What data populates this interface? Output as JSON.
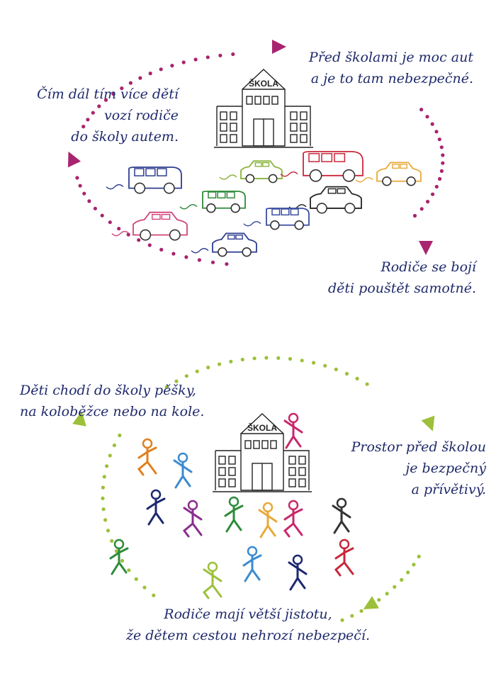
{
  "colors": {
    "text": "#1f2a6b",
    "loop_top": "#a8246f",
    "loop_bottom": "#9cc03a",
    "cars": [
      "#2f3d8f",
      "#8ab33a",
      "#c8273a",
      "#e8a93a",
      "#2e8b3a",
      "#d1447a",
      "#222222",
      "#3a4da0"
    ],
    "kids": [
      "#e0801f",
      "#3a8bd0",
      "#1c2870",
      "#8a2d8f",
      "#2e8b3a",
      "#e8a93a",
      "#c8286b",
      "#333333",
      "#2e8b3a",
      "#9cc03a",
      "#3a8bd0",
      "#1c2870",
      "#c8273a"
    ]
  },
  "top_cycle": {
    "school_sign": "ŠKOLA",
    "captions": {
      "left": [
        "Čím dál tím více dětí",
        "vozí rodiče",
        "do školy autem."
      ],
      "top_right": [
        "Před školami je moc aut",
        "a je to tam nebezpečné."
      ],
      "bottom_right": [
        "Rodiče se bojí",
        "děti pouštět samotné."
      ]
    }
  },
  "bottom_cycle": {
    "school_sign": "ŠKOLA",
    "captions": {
      "top_left": [
        "Děti chodí do školy pěšky,",
        "na koloběžce nebo na kole."
      ],
      "right": [
        "Prostor před školou",
        "je bezpečný",
        "a přívětivý."
      ],
      "bottom": [
        "Rodiče mají větší jistotu,",
        "že dětem cestou nehrozí nebezpečí."
      ]
    }
  }
}
